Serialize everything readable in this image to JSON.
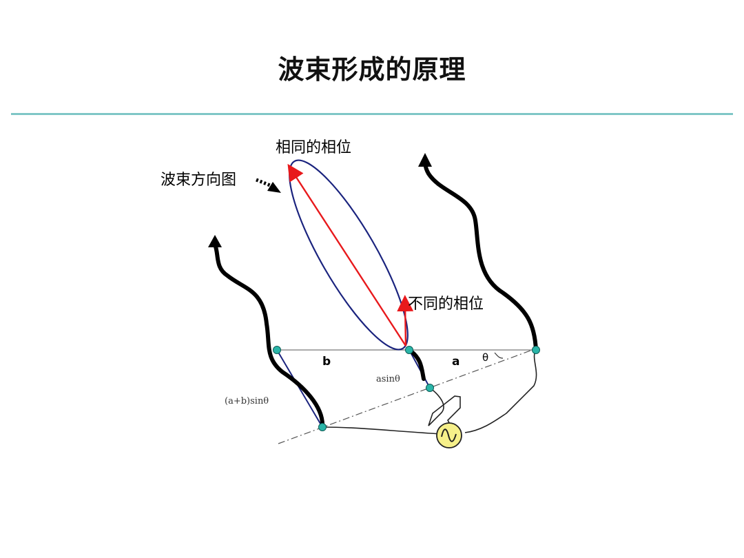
{
  "page": {
    "title": "波束形成的原理"
  },
  "diagram": {
    "label_same_phase": "相同的相位",
    "label_beam_pattern": "波束方向图",
    "label_diff_phase": "不同的相位",
    "label_b": "b",
    "label_a": "a",
    "label_theta": "θ",
    "label_asin": "asinθ",
    "label_absin": "(a+b)sinθ"
  },
  "colors": {
    "rule": "#7fc6c6",
    "ellipse": "#1a237e",
    "vector": "#e8191c",
    "element_node": "#2ab5a8",
    "source": "#f6f08a"
  }
}
